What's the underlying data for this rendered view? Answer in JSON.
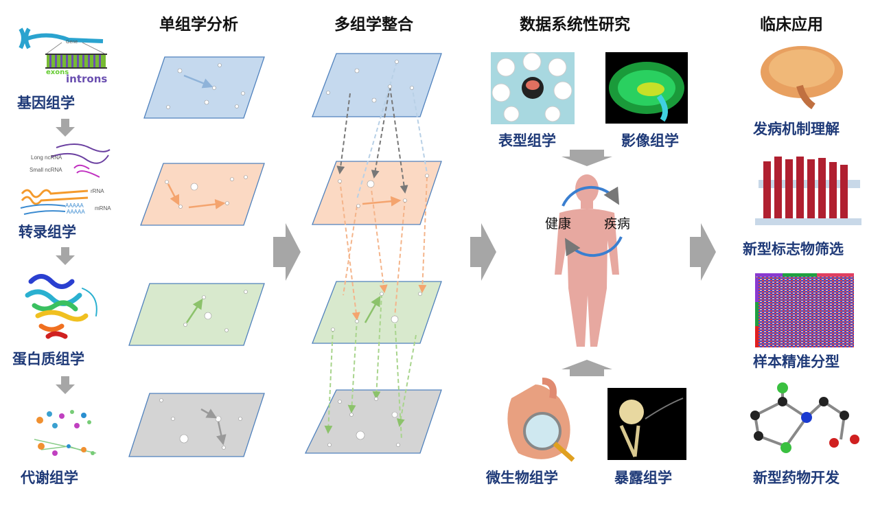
{
  "headers": [
    "单组学分析",
    "多组学整合",
    "数据系统性研究",
    "临床应用"
  ],
  "omics": {
    "genomics": "基因组学",
    "transcriptomics": "转录组学",
    "proteomics": "蛋白质组学",
    "metabolomics": "代谢组学",
    "gene_label": "Gene",
    "exons": "exons",
    "introns": "introns",
    "long_ncrna": "Long ncRNA",
    "small_ncrna": "Small ncRNA",
    "rrna": "rRNA",
    "mrna": "mRNA",
    "polya": "AAAAA"
  },
  "research": {
    "phenomics": "表型组学",
    "imaging": "影像组学",
    "microbiome": "微生物组学",
    "exposome": "暴露组学",
    "health": "健康",
    "disease": "疾病"
  },
  "clinical": [
    "发病机制理解",
    "新型标志物筛选",
    "样本精准分型",
    "新型药物开发"
  ],
  "colors": {
    "label": "#1f3a78",
    "blue_plane": "#c5d9ee",
    "orange_plane": "#fbd9c3",
    "green_plane": "#d8e9cd",
    "gray_plane": "#d4d4d4",
    "arrow": "#a6a6a6"
  }
}
